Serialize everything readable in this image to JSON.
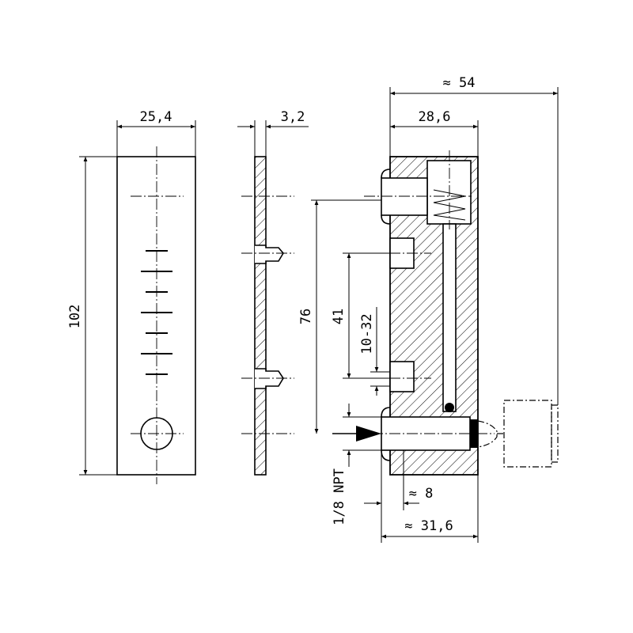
{
  "drawing": {
    "front_view": {
      "width_label": "25,4",
      "height_label": "102"
    },
    "side_view": {
      "thickness_label": "3,2"
    },
    "section_view": {
      "overall_width_label": "≈ 54",
      "body_width_label": "28,6",
      "port_spacing_label": "76",
      "mount_spacing_label": "41",
      "mount_thread_label": "10-32",
      "port_thread_label": "1/8 NPT",
      "port_depth_label": "≈ 8",
      "port_width_label": "≈ 31,6"
    }
  }
}
